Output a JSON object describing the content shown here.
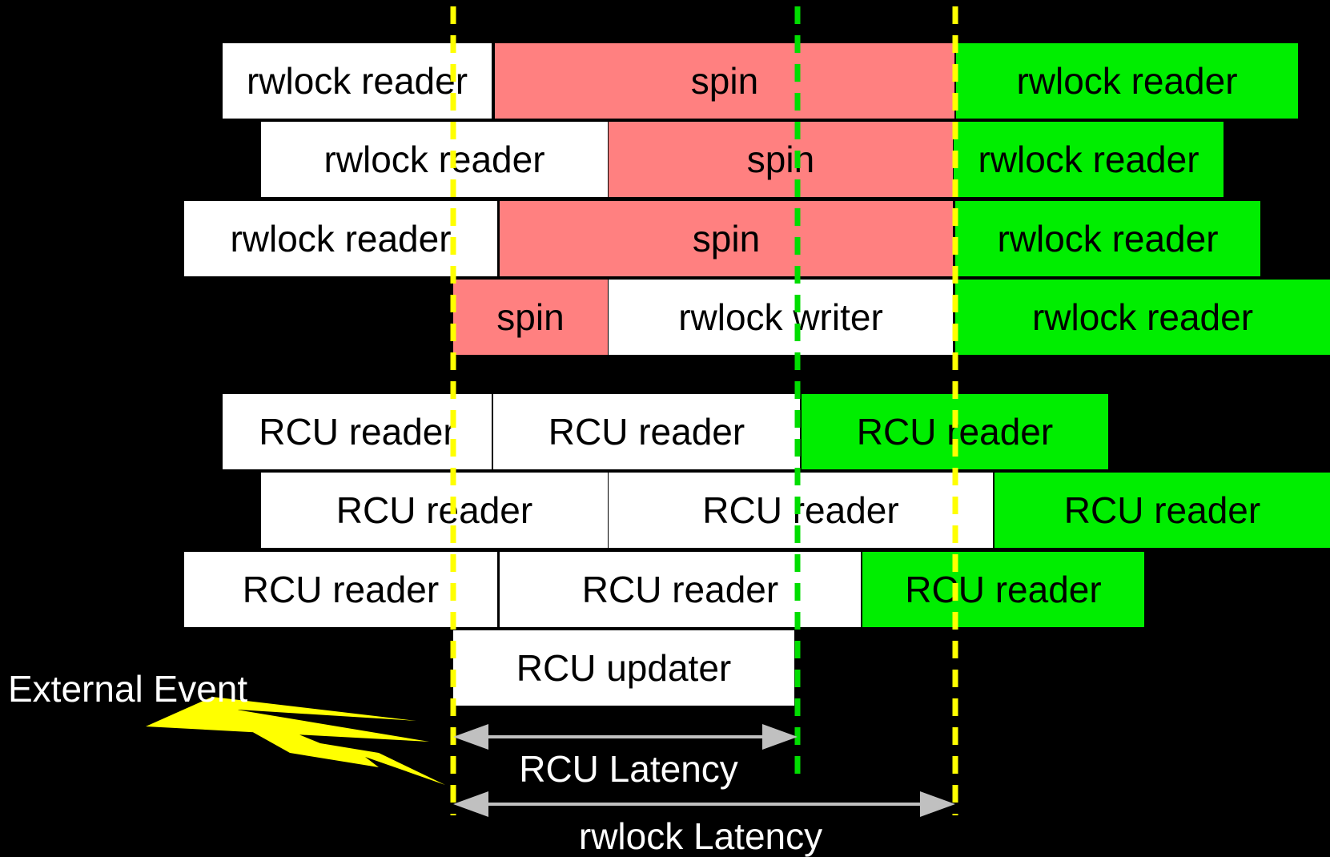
{
  "colors": {
    "background": "#000000",
    "reader_idle": "#ffffff",
    "spin": "#ff8080",
    "after_update": "#00ee00",
    "event_marker": "#ffff00",
    "rcu_marker": "#00dd00",
    "latency_arrow": "#c0c0c0",
    "lightning": "#ffff00"
  },
  "labels": {
    "external_event": "External Event",
    "rcu_latency": "RCU Latency",
    "rwlock_latency": "rwlock Latency"
  },
  "rwlock_rows": [
    {
      "segments": [
        {
          "label": "rwlock reader",
          "kind": "reader_idle"
        },
        {
          "label": "spin",
          "kind": "spin"
        },
        {
          "label": "rwlock reader",
          "kind": "after_update"
        }
      ]
    },
    {
      "segments": [
        {
          "label": "rwlock reader",
          "kind": "reader_idle"
        },
        {
          "label": "spin",
          "kind": "spin"
        },
        {
          "label": "rwlock reader",
          "kind": "after_update"
        }
      ]
    },
    {
      "segments": [
        {
          "label": "rwlock reader",
          "kind": "reader_idle"
        },
        {
          "label": "spin",
          "kind": "spin"
        },
        {
          "label": "rwlock reader",
          "kind": "after_update"
        }
      ]
    },
    {
      "segments": [
        {
          "label": "spin",
          "kind": "spin"
        },
        {
          "label": "rwlock writer",
          "kind": "reader_idle"
        },
        {
          "label": "rwlock reader",
          "kind": "after_update"
        }
      ]
    }
  ],
  "rcu_rows": [
    {
      "segments": [
        {
          "label": "RCU reader",
          "kind": "reader_idle"
        },
        {
          "label": "RCU reader",
          "kind": "reader_idle"
        },
        {
          "label": "RCU reader",
          "kind": "after_update"
        }
      ]
    },
    {
      "segments": [
        {
          "label": "RCU reader",
          "kind": "reader_idle"
        },
        {
          "label": "RCU reader",
          "kind": "reader_idle"
        },
        {
          "label": "RCU reader",
          "kind": "after_update"
        }
      ]
    },
    {
      "segments": [
        {
          "label": "RCU reader",
          "kind": "reader_idle"
        },
        {
          "label": "RCU reader",
          "kind": "reader_idle"
        },
        {
          "label": "RCU reader",
          "kind": "after_update"
        }
      ]
    },
    {
      "segments": [
        {
          "label": "RCU updater",
          "kind": "reader_idle"
        }
      ]
    }
  ]
}
